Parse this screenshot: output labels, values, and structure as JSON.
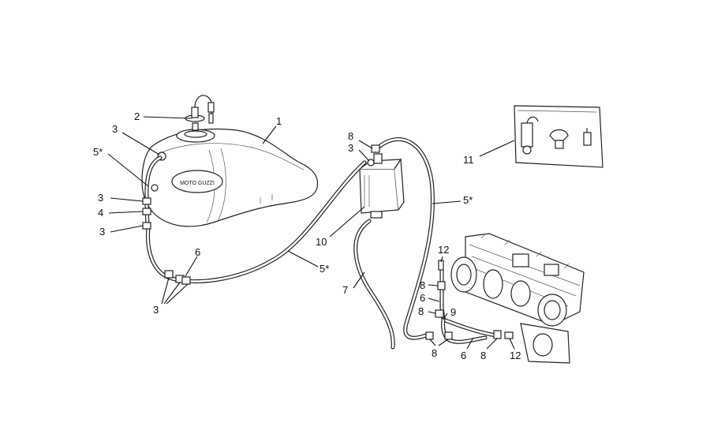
{
  "diagram": {
    "callouts": [
      {
        "id": "c-1",
        "text": "1"
      },
      {
        "id": "c-2",
        "text": "2"
      },
      {
        "id": "c-3a",
        "text": "3"
      },
      {
        "id": "c-5a",
        "text": "5*"
      },
      {
        "id": "c-3b",
        "text": "3"
      },
      {
        "id": "c-4",
        "text": "4"
      },
      {
        "id": "c-3c",
        "text": "3"
      },
      {
        "id": "c-6a",
        "text": "6"
      },
      {
        "id": "c-3d",
        "text": "3"
      },
      {
        "id": "c-5b",
        "text": "5*"
      },
      {
        "id": "c-8a",
        "text": "8"
      },
      {
        "id": "c-3e",
        "text": "3"
      },
      {
        "id": "c-10",
        "text": "10"
      },
      {
        "id": "c-7",
        "text": "7"
      },
      {
        "id": "c-5c",
        "text": "5*"
      },
      {
        "id": "c-11",
        "text": "11"
      },
      {
        "id": "c-12a",
        "text": "12"
      },
      {
        "id": "c-8b",
        "text": "8"
      },
      {
        "id": "c-6b",
        "text": "6"
      },
      {
        "id": "c-8c",
        "text": "8"
      },
      {
        "id": "c-9",
        "text": "9"
      },
      {
        "id": "c-8d",
        "text": "8"
      },
      {
        "id": "c-6c",
        "text": "6"
      },
      {
        "id": "c-8e",
        "text": "8"
      },
      {
        "id": "c-12b",
        "text": "12"
      }
    ],
    "tank_logo": "MOTO GUZZI"
  }
}
